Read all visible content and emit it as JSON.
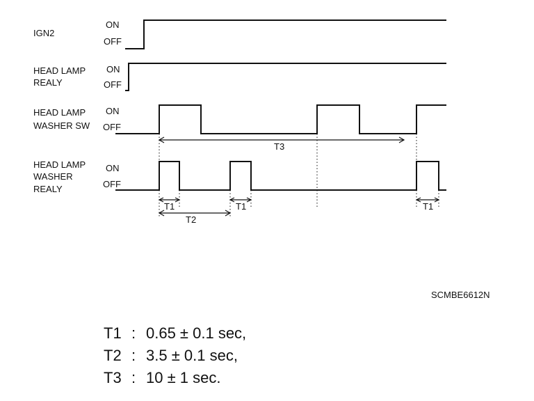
{
  "signals": [
    {
      "id": "ign2",
      "label_lines": [
        "IGN2"
      ],
      "on_label": "ON",
      "off_label": "OFF"
    },
    {
      "id": "head-lamp-realy",
      "label_lines": [
        "HEAD LAMP",
        "REALY"
      ],
      "on_label": "ON",
      "off_label": "OFF"
    },
    {
      "id": "head-lamp-washer-sw",
      "label_lines": [
        "HEAD LAMP",
        "WASHER SW"
      ],
      "on_label": "ON",
      "off_label": "OFF"
    },
    {
      "id": "head-lamp-washer-realy",
      "label_lines": [
        "HEAD LAMP",
        "WASHER",
        "REALY"
      ],
      "on_label": "ON",
      "off_label": "OFF"
    }
  ],
  "interval_labels": {
    "t1": "T1",
    "t2": "T2",
    "t3": "T3"
  },
  "code": "SCMBE6612N",
  "specs": [
    {
      "name": "T1",
      "sep": ":",
      "value": "0.65 ± 0.1 sec,"
    },
    {
      "name": "T2",
      "sep": ":",
      "value": "3.5 ± 0.1 sec,"
    },
    {
      "name": "T3",
      "sep": ":",
      "value": "10 ± 1 sec."
    }
  ]
}
